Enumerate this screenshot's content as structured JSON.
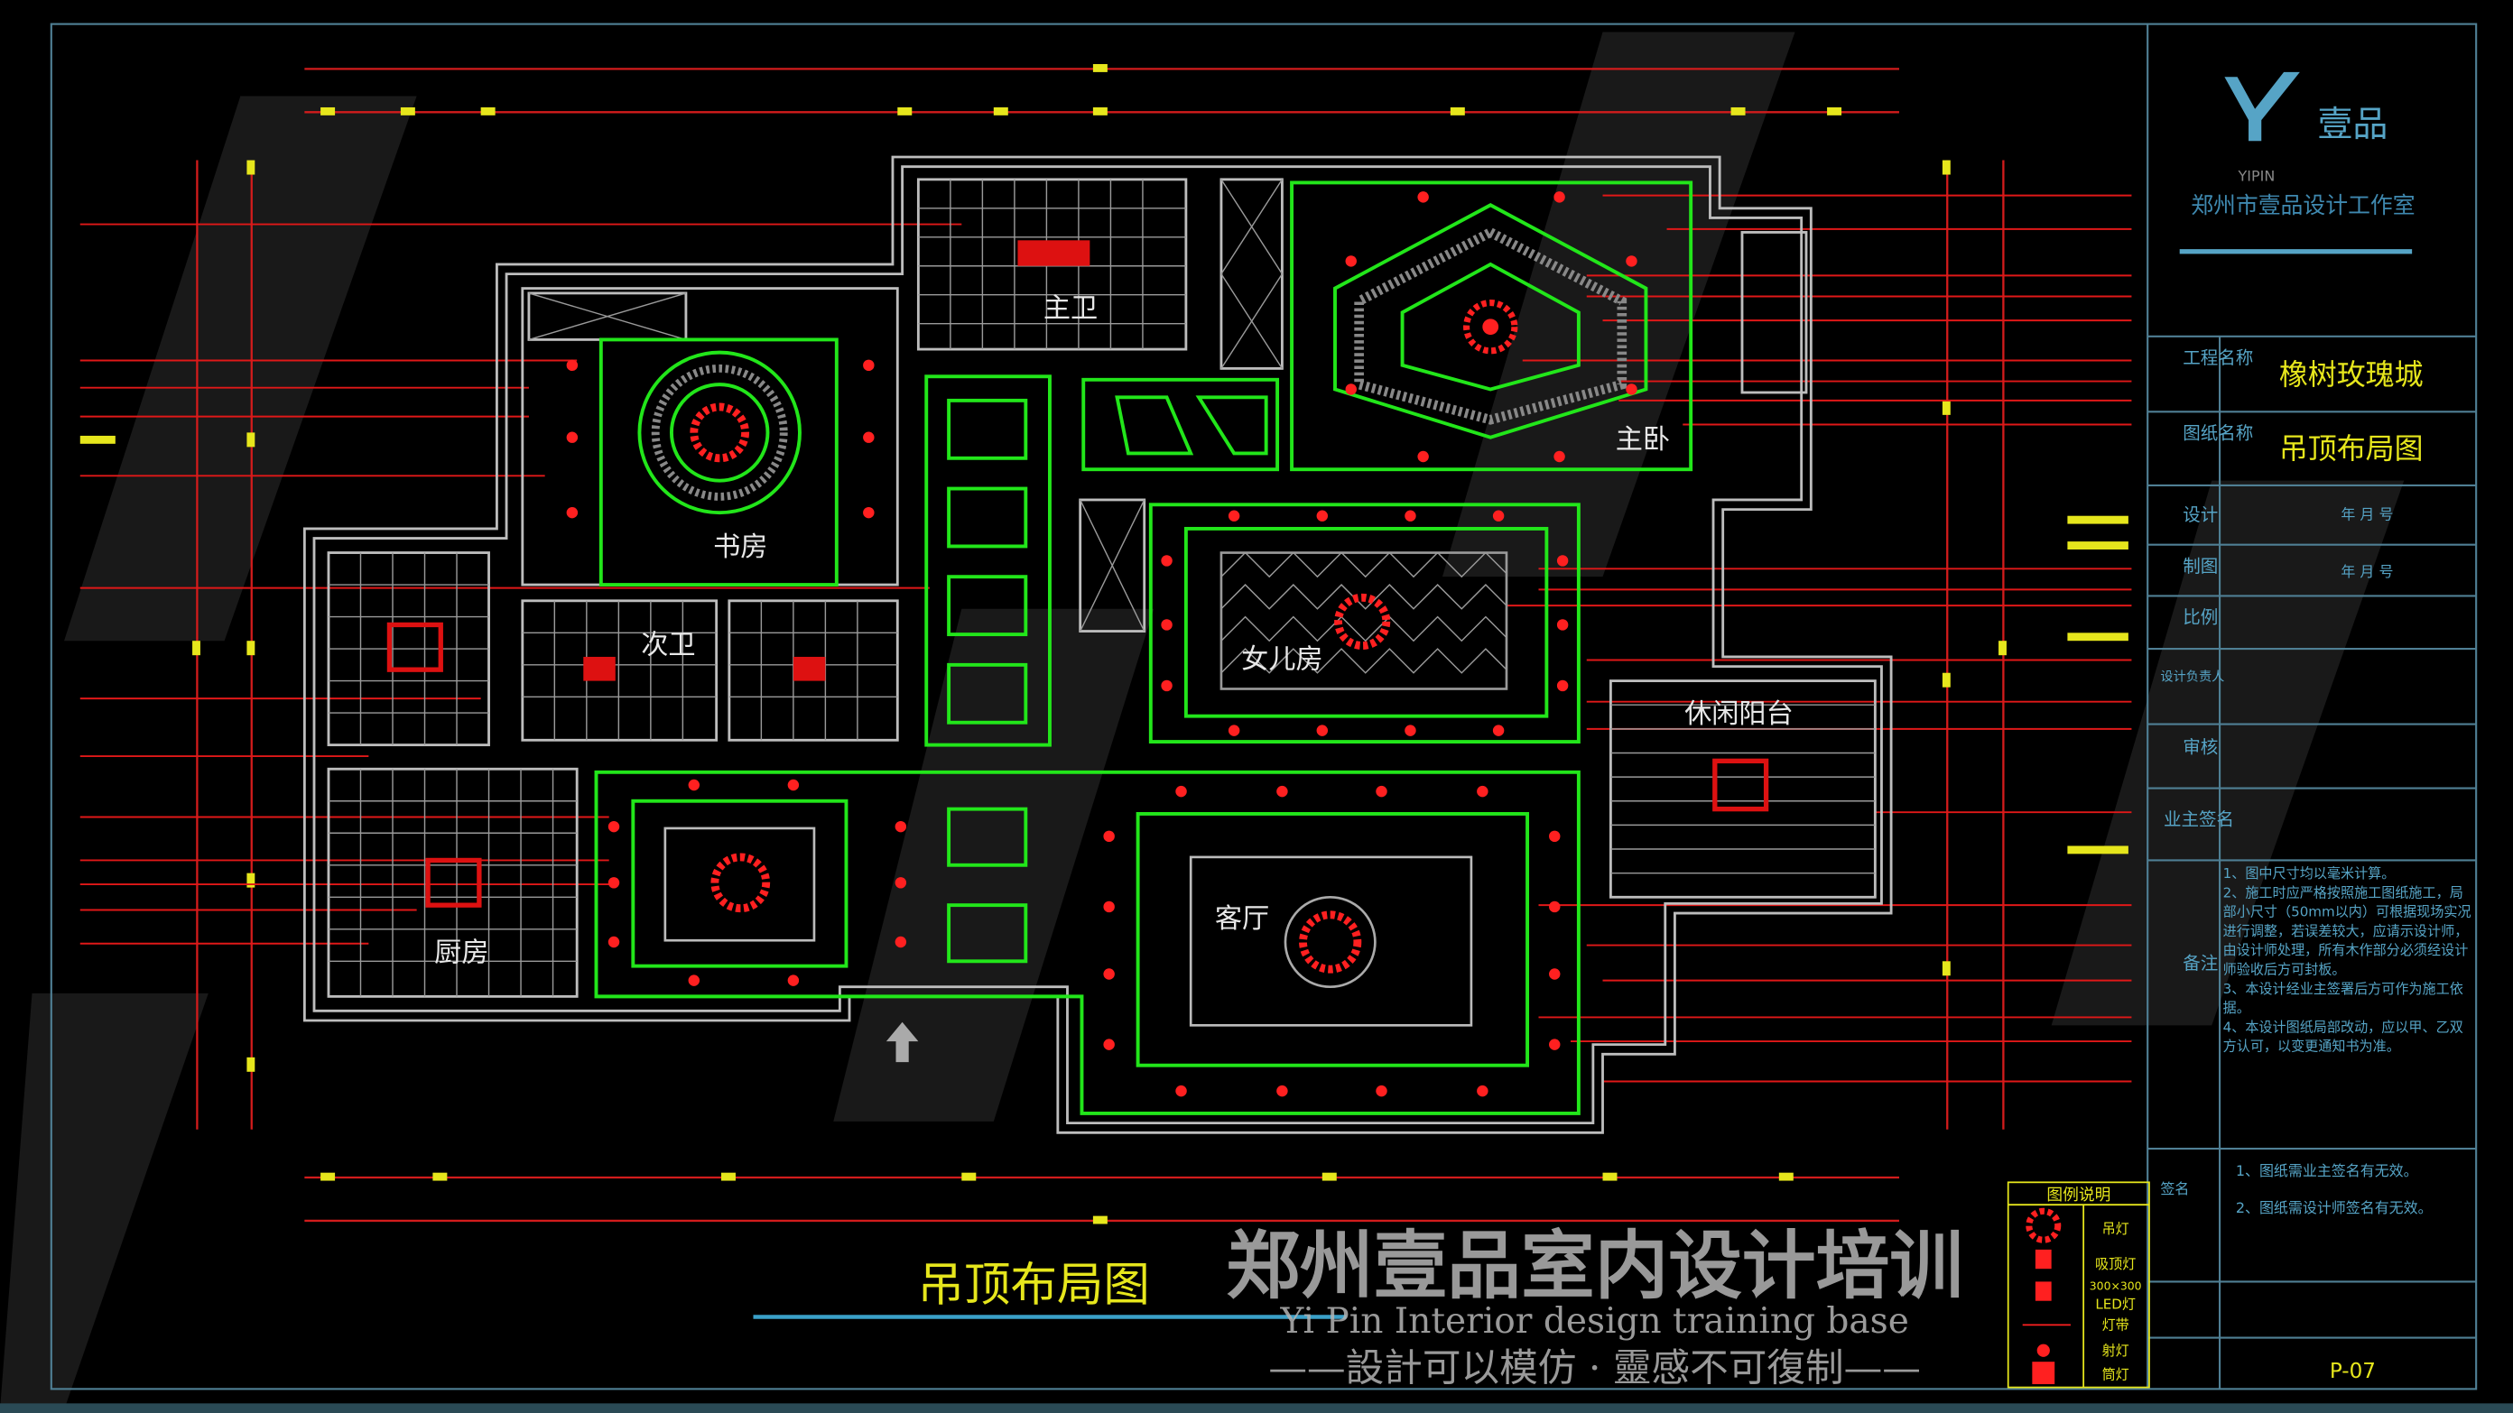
{
  "drawing": {
    "title": "吊顶布局图",
    "rooms": {
      "master_bath": "主卫",
      "master_bedroom": "主卧",
      "study": "书房",
      "second_bath": "次卫",
      "daughter_room": "女儿房",
      "leisure_balcony": "休闲阳台",
      "kitchen": "厨房",
      "living_room": "客厅"
    },
    "background": "#000000",
    "ceiling_line_color": "#22e61a",
    "dimension_color": "#d21c1c",
    "light_color": "#ff2020"
  },
  "title_block": {
    "logo_text": "壹品",
    "logo_en": "YIPIN",
    "studio_name": "郑州市壹品设计工作室",
    "project_label": "工程名称",
    "project_value": "橡树玫瑰城",
    "sheet_label": "图纸名称",
    "sheet_value": "吊顶布局图",
    "designer_label": "设计",
    "designer_value": "年 月 号",
    "drawn_label": "制图",
    "drawn_value": "年 月 号",
    "scale_label": "比例",
    "lead_label": "设计负责人",
    "approved_label": "审核",
    "client_label": "业主签名",
    "remarks_label": "备注",
    "remarks": [
      "1、图中尺寸均以毫米计算。",
      "2、施工时应严格按照施工图纸施工，局部小尺寸（50mm以内）可根据现场实况进行调整，若误差较大，应请示设计师，由设计师处理，所有木作部分必须经设计师验收后方可封板。",
      "3、本设计经业主签署后方可作为施工依据。",
      "4、本设计图纸局部改动，应以甲、乙双方认可，以变更通知书为准。"
    ],
    "sign_label": "签名",
    "sign_notes": [
      "1、图纸需业主签名有无效。",
      "2、图纸需设计师签名有无效。"
    ],
    "page_number": "P-07",
    "border_color": "#4f7f94",
    "accent_color": "#e6e61c"
  },
  "legend": {
    "title": "图例说明",
    "items": [
      "吊灯",
      "吸顶灯",
      "300×300",
      "LED灯",
      "灯带",
      "射灯",
      "筒灯"
    ]
  },
  "watermark": {
    "cn": "郑州壹品室内设计培训",
    "en": "Yi Pin Interior design training base",
    "slogan": "——設計可以模仿 · 靈感不可復制——"
  }
}
